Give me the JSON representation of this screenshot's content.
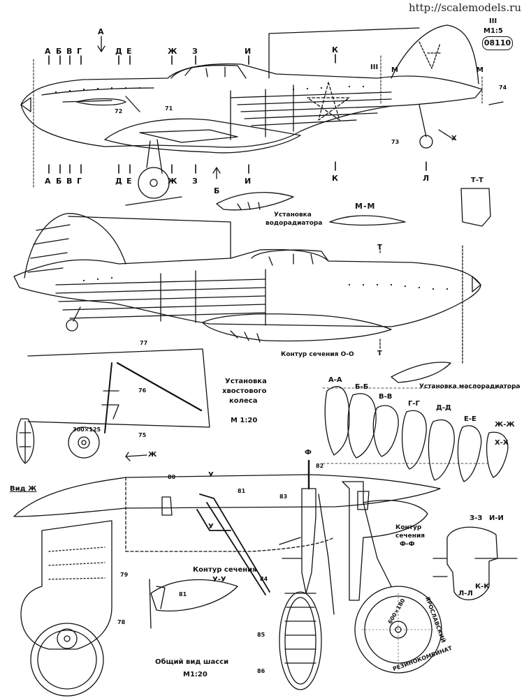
{
  "watermark": "http://scalemodels.ru",
  "sheet": {
    "number": "08110",
    "sheet_roman": "III",
    "scale_top": "M1:5"
  },
  "top_view": {
    "station_letters_top": [
      "А",
      "Б",
      "В",
      "Г",
      "Д",
      "Е",
      "Ж",
      "З",
      "И",
      "К"
    ],
    "station_letters_bottom": [
      "А",
      "Б",
      "В",
      "Г",
      "Д",
      "Е",
      "Ж",
      "З",
      "И",
      "К",
      "Л"
    ],
    "arrow_a": "А",
    "arrow_b": "Б",
    "roman_mark": "III",
    "m_left": "М",
    "m_right": "М",
    "x_mark": "X",
    "callouts": [
      "72",
      "71",
      "73",
      "74"
    ]
  },
  "middle_view": {
    "radiator_caption_line1": "Установка",
    "radiator_caption_line2": "водорадиатора",
    "section_mm": "М-М",
    "section_tt": "Т-Т",
    "t_mark_top": "Т",
    "t_mark_bottom": "Т",
    "contour_caption": "Контур сечения О-О",
    "oil_radiator_caption": "Установка маслорадиатора"
  },
  "tail_wheel": {
    "caption_line1": "Установка",
    "caption_line2": "хвостового",
    "caption_line3": "колеса",
    "scale": "М 1:20",
    "tire_label": "300×125",
    "callouts": [
      "77",
      "76",
      "75"
    ],
    "arrow_zh": "Ж"
  },
  "sections": {
    "labels": [
      "А-А",
      "Б-Б",
      "В-В",
      "Г-Г",
      "Д-Д",
      "Е-Е",
      "Ж-Ж",
      "Х-Х",
      "З-З",
      "И-И",
      "К-К",
      "Л-Л"
    ]
  },
  "gear_view": {
    "view_label": "Вид Ж",
    "callouts": [
      "80",
      "81",
      "83",
      "82",
      "84",
      "79",
      "78",
      "85",
      "86",
      "81"
    ],
    "u_top": "У",
    "u_bottom": "У",
    "phi_top": "Ф",
    "contour_uu_line1": "Контур сечения",
    "contour_uu_line2": "У-У",
    "contour_ff_line1": "Контур",
    "contour_ff_line2": "сечения",
    "contour_ff_line3": "Ф-Ф",
    "general_caption": "Общий вид шасси",
    "scale": "М1:20",
    "tire_text_1": "600×180",
    "tire_text_2": "ЯРОСЛАВСКИЙ",
    "tire_text_3": "РЕЗИНОКОМБИНАТ"
  }
}
